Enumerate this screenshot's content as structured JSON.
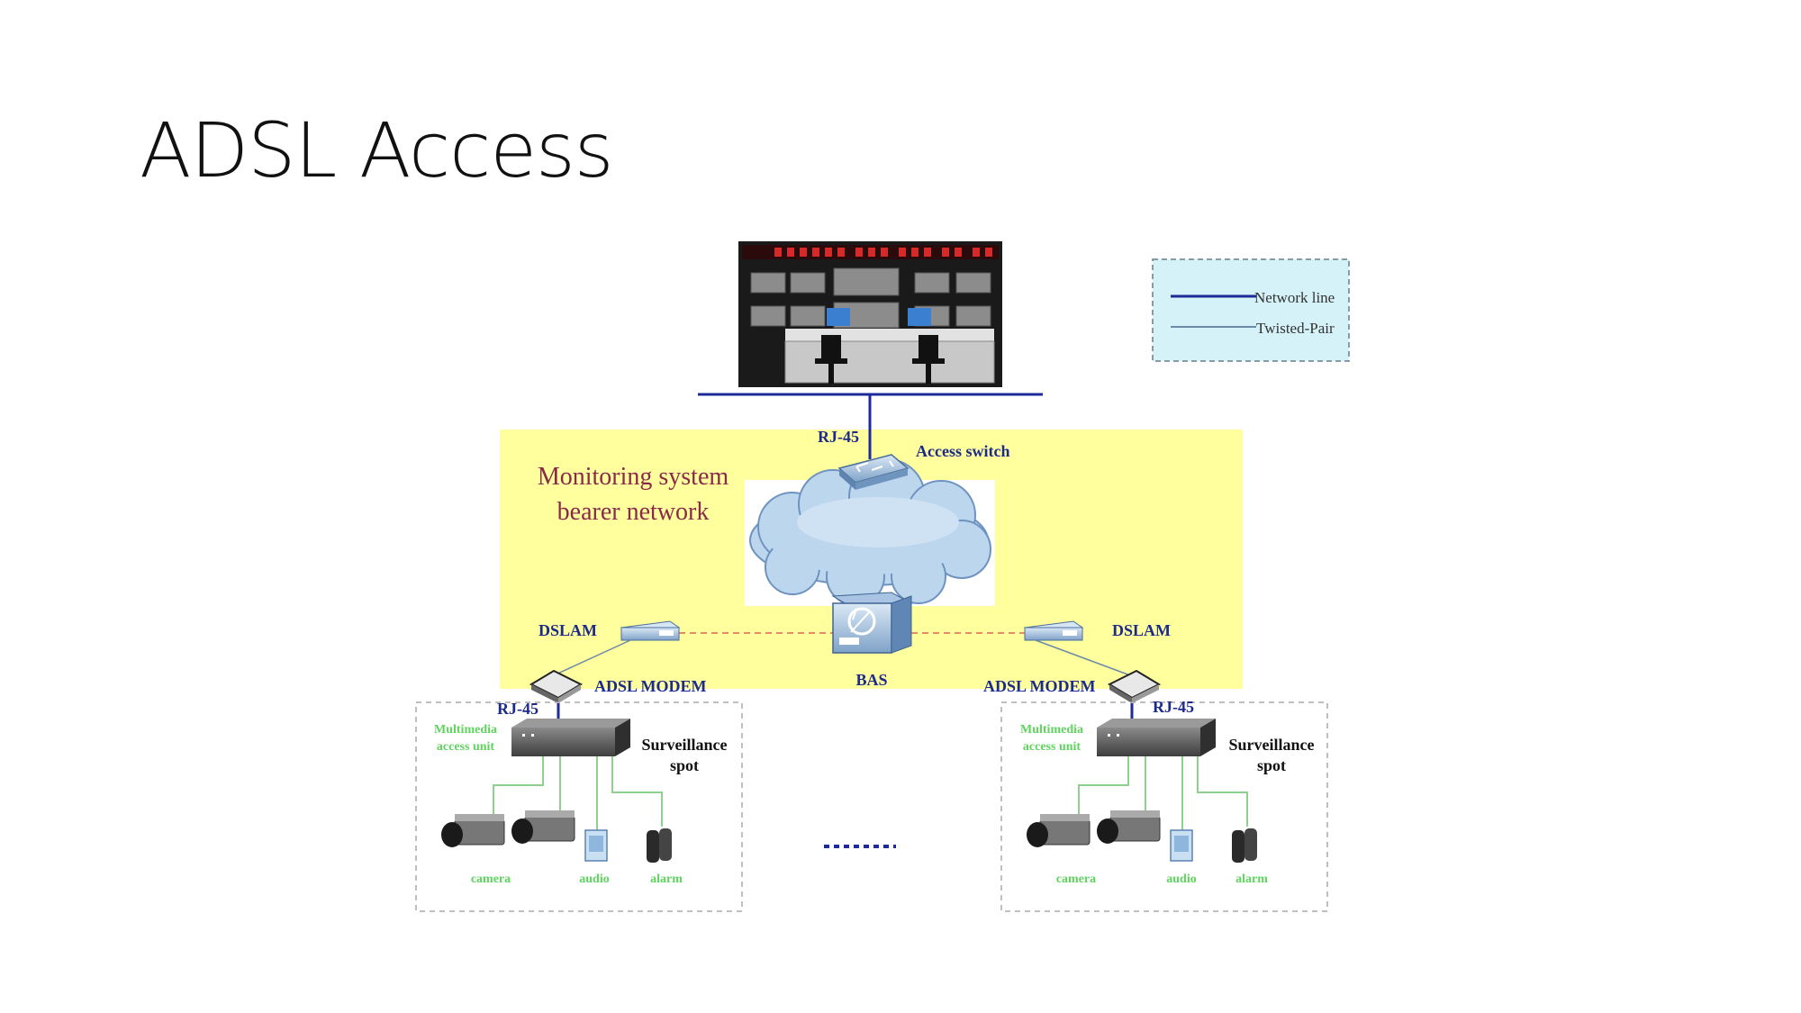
{
  "slide": {
    "title": "ADSL Access"
  },
  "legend": {
    "network_line": "Network line",
    "twisted_pair": "Twisted-Pair",
    "colors": {
      "network_line": "#1c2a9a",
      "twisted_pair": "#6b8aa8"
    }
  },
  "network": {
    "region_label_line1": "Monitoring system",
    "region_label_line2": "bearer network",
    "rj45_top": "RJ-45",
    "access_switch": "Access switch",
    "dslam_left": "DSLAM",
    "dslam_right": "DSLAM",
    "bas": "BAS",
    "adsl_modem_left": "ADSL MODEM",
    "adsl_modem_right": "ADSL MODEM",
    "colors": {
      "region_fill": "#ffff9e",
      "cloud": "#bcd6ee",
      "dash_link": "#e88a6a"
    }
  },
  "site_left": {
    "rj45": "RJ-45",
    "mau_line1": "Multimedia",
    "mau_line2": "access unit",
    "spot_line1": "Surveillance",
    "spot_line2": "spot",
    "camera": "camera",
    "audio": "audio",
    "alarm": "alarm"
  },
  "site_right": {
    "rj45": "RJ-45",
    "mau_line1": "Multimedia",
    "mau_line2": "access unit",
    "spot_line1": "Surveillance",
    "spot_line2": "spot",
    "camera": "camera",
    "audio": "audio",
    "alarm": "alarm"
  },
  "icons": {
    "control_room": "control-room-image",
    "switch": "access-switch-icon",
    "cloud": "network-cloud-icon",
    "bas": "bas-router-icon",
    "dslam": "dslam-icon",
    "modem": "adsl-modem-icon",
    "mau": "multimedia-access-unit-icon",
    "camera": "camera-icon",
    "audio": "audio-device-icon",
    "alarm": "alarm-sensor-icon"
  }
}
